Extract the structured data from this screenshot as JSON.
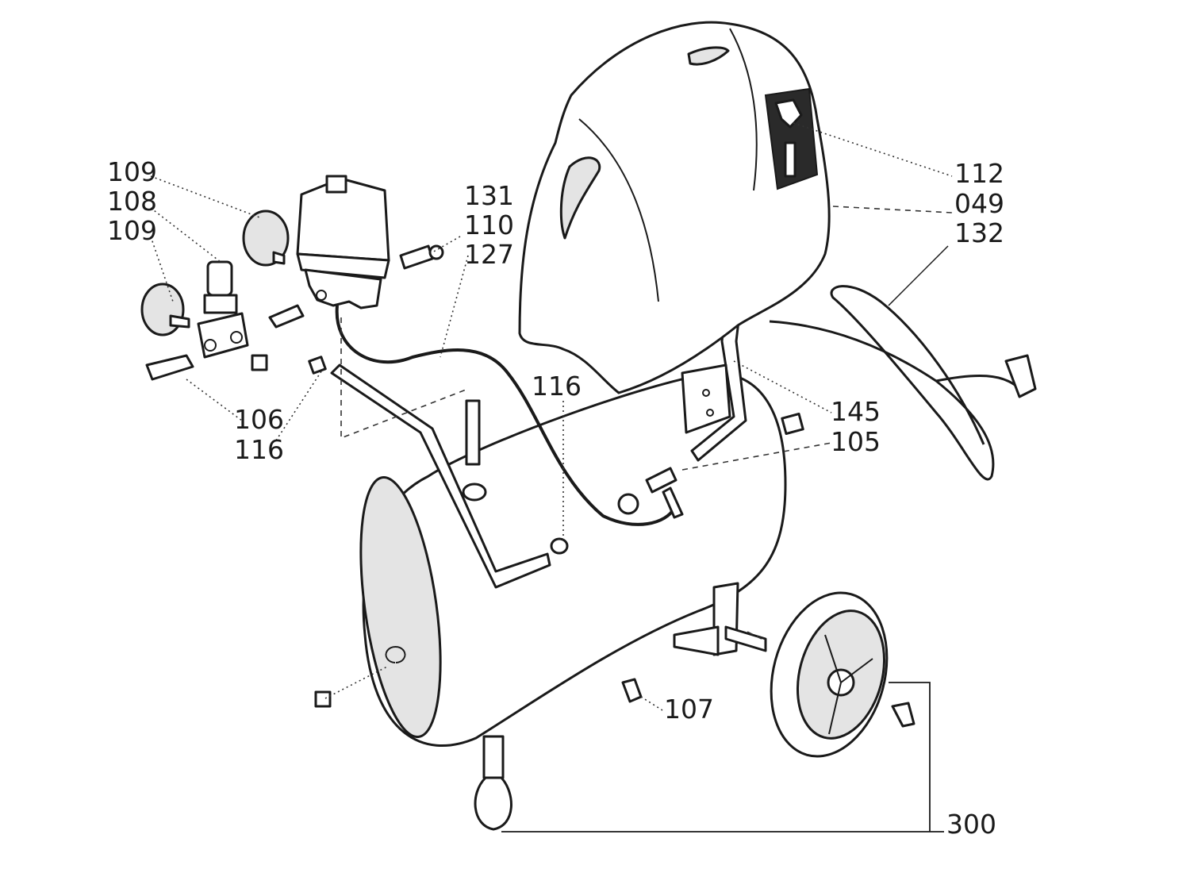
{
  "diagram": {
    "labels": {
      "l109a": "109",
      "l108": "108",
      "l109b": "109",
      "l131": "131",
      "l110": "110",
      "l127": "127",
      "l112": "112",
      "l049": "049",
      "l132": "132",
      "l116a": "116",
      "l145": "145",
      "l105": "105",
      "l106": "106",
      "l116b": "116",
      "l107": "107",
      "l300": "300"
    }
  }
}
